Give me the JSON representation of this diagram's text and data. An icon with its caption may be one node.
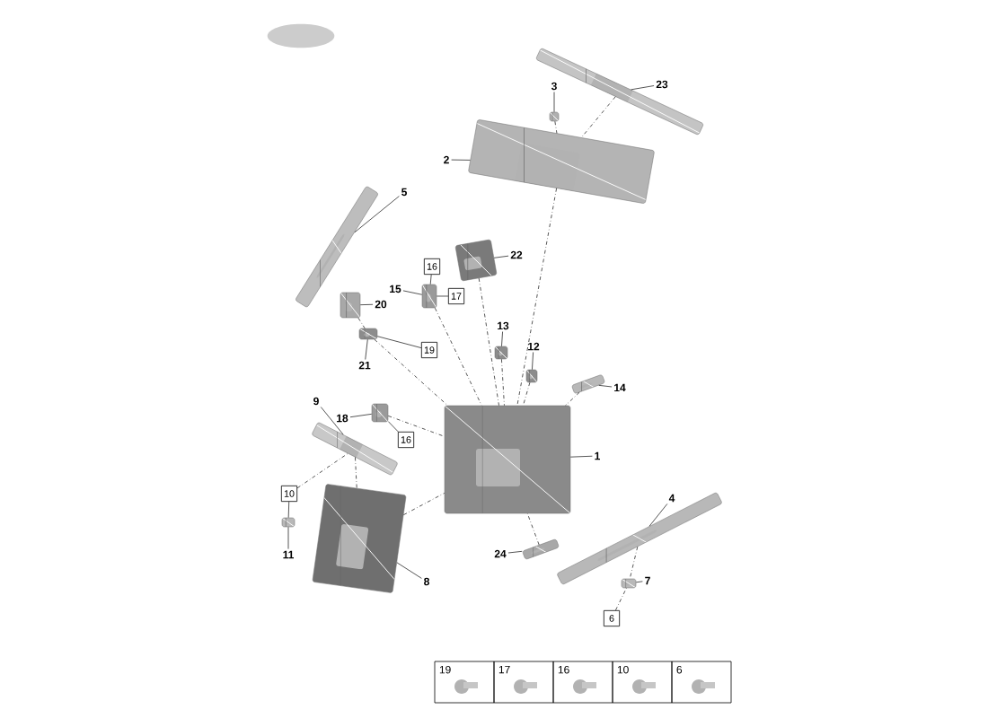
{
  "diagram": {
    "nodes": [
      {
        "text": [
          "23"
        ]
      },
      {
        "text": [
          "3"
        ]
      },
      {
        "text": [
          "2"
        ]
      },
      {
        "text": [
          "5"
        ]
      },
      {
        "text": [
          "22"
        ]
      },
      {
        "text": [
          "16"
        ]
      },
      {
        "text": [
          "15"
        ]
      },
      {
        "text": [
          "17"
        ]
      },
      {
        "text": [
          "20"
        ]
      },
      {
        "text": [
          "13"
        ]
      },
      {
        "text": [
          "12"
        ]
      },
      {
        "text": [
          "19"
        ]
      },
      {
        "text": [
          "21"
        ]
      },
      {
        "text": [
          "14"
        ]
      },
      {
        "text": [
          "9"
        ]
      },
      {
        "text": [
          "18"
        ]
      },
      {
        "text": [
          "16"
        ]
      },
      {
        "text": [
          "1"
        ]
      },
      {
        "text": [
          "10"
        ]
      },
      {
        "text": [
          "4"
        ]
      },
      {
        "text": [
          "24"
        ]
      },
      {
        "text": [
          "11"
        ]
      },
      {
        "text": [
          "7"
        ]
      },
      {
        "text": [
          "8"
        ]
      },
      {
        "text": [
          "6"
        ]
      },
      {
        "text": [],
        "shape": "picture"
      },
      {
        "text": [],
        "shape": "picture"
      },
      {
        "text": [],
        "shape": "picture"
      },
      {
        "text": [],
        "shape": "picture"
      },
      {
        "text": [],
        "shape": "picture"
      },
      {
        "text": [],
        "shape": "picture"
      },
      {
        "text": [],
        "shape": "picture"
      },
      {
        "text": [],
        "shape": "picture"
      },
      {
        "text": [],
        "shape": "picture"
      },
      {
        "text": [],
        "shape": "picture"
      },
      {
        "text": [],
        "shape": "picture"
      },
      {
        "text": [],
        "shape": "picture"
      },
      {
        "text": [],
        "shape": "picture"
      },
      {
        "text": [],
        "shape": "picture"
      },
      {
        "text": [],
        "shape": "picture"
      },
      {
        "text": [],
        "shape": "picture"
      },
      {
        "text": [],
        "shape": "picture"
      },
      {
        "text": [],
        "shape": "picture"
      },
      {
        "text": [],
        "shape": "picture"
      }
    ],
    "edges": [
      {
        "from": 0,
        "to": 25,
        "arrow": "none"
      },
      {
        "from": 1,
        "to": 26,
        "arrow": "none"
      },
      {
        "from": 2,
        "to": 27,
        "arrow": "none"
      },
      {
        "from": 3,
        "to": 28,
        "arrow": "none"
      },
      {
        "from": 4,
        "to": 29,
        "arrow": "none"
      },
      {
        "from": 6,
        "to": 30,
        "arrow": "none"
      },
      {
        "from": 8,
        "to": 31,
        "arrow": "none"
      },
      {
        "from": 9,
        "to": 32,
        "arrow": "none"
      },
      {
        "from": 10,
        "to": 33,
        "arrow": "none"
      },
      {
        "from": 12,
        "to": 34,
        "arrow": "none"
      },
      {
        "from": 13,
        "to": 35,
        "arrow": "none"
      },
      {
        "from": 14,
        "to": 36,
        "arrow": "none"
      },
      {
        "from": 15,
        "to": 37,
        "arrow": "none"
      },
      {
        "from": 17,
        "to": 38,
        "arrow": "none"
      },
      {
        "from": 19,
        "to": 39,
        "arrow": "none"
      },
      {
        "from": 20,
        "to": 40,
        "arrow": "none"
      },
      {
        "from": 21,
        "to": 41,
        "arrow": "none"
      },
      {
        "from": 22,
        "to": 42,
        "arrow": "none"
      },
      {
        "from": 23,
        "to": 43,
        "arrow": "none"
      },
      {
        "from": 5,
        "to": 30,
        "arrow": "none"
      },
      {
        "from": 7,
        "to": 30,
        "arrow": "none"
      },
      {
        "from": 11,
        "to": 34,
        "arrow": "none"
      },
      {
        "from": 16,
        "to": 37,
        "arrow": "none"
      },
      {
        "from": 18,
        "to": 36,
        "arrow": "none",
        "style": "dashed"
      },
      {
        "from": 18,
        "to": 41,
        "arrow": "none"
      },
      {
        "from": 24,
        "to": 42,
        "arrow": "none",
        "style": "dashed"
      },
      {
        "from": 26,
        "to": 27,
        "arrow": "none",
        "style": "dashed"
      },
      {
        "from": 25,
        "to": 27,
        "arrow": "none",
        "style": "dashed"
      },
      {
        "from": 27,
        "to": 38,
        "arrow": "none",
        "style": "dashed"
      },
      {
        "from": 29,
        "to": 38,
        "arrow": "none",
        "style": "dashed"
      },
      {
        "from": 32,
        "to": 38,
        "arrow": "none",
        "style": "dashed"
      },
      {
        "from": 33,
        "to": 38,
        "arrow": "none",
        "style": "dashed"
      },
      {
        "from": 35,
        "to": 38,
        "arrow": "none",
        "style": "dashed"
      },
      {
        "from": 30,
        "to": 38,
        "arrow": "none",
        "style": "dashed"
      },
      {
        "from": 31,
        "to": 34,
        "arrow": "none",
        "style": "dashed"
      },
      {
        "from": 34,
        "to": 38,
        "arrow": "none",
        "style": "dashed"
      },
      {
        "from": 37,
        "to": 38,
        "arrow": "none",
        "style": "dashed"
      },
      {
        "from": 36,
        "to": 43,
        "arrow": "none",
        "style": "dashed"
      },
      {
        "from": 43,
        "to": 38,
        "arrow": "none",
        "style": "dashed"
      },
      {
        "from": 40,
        "to": 38,
        "arrow": "none",
        "style": "dashed"
      },
      {
        "from": 39,
        "to": 42,
        "arrow": "none",
        "style": "dashed"
      }
    ],
    "labels": [
      "19",
      "17",
      "16",
      "10",
      "6"
    ]
  }
}
